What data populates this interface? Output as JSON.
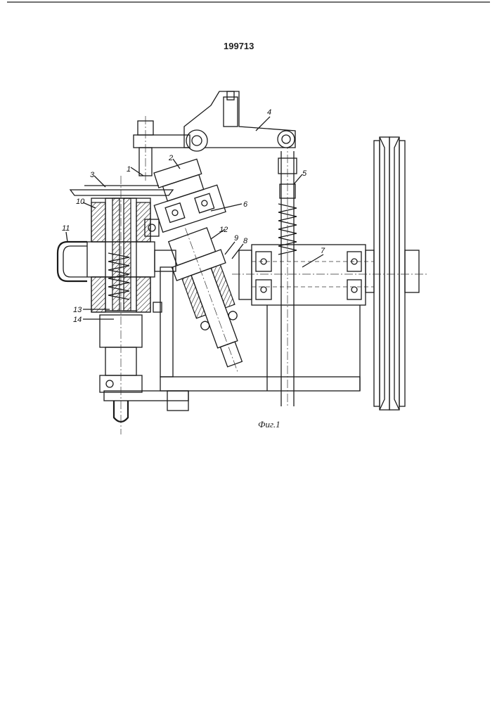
{
  "header": {
    "patent_number": "199713"
  },
  "figure": {
    "caption": "Фиг.1"
  },
  "callouts": {
    "c1": "1",
    "c2": "2",
    "c3": "3",
    "c4": "4",
    "c5": "5",
    "c6": "6",
    "c7": "7",
    "c8": "8",
    "c9": "9",
    "c10": "10",
    "c11": "11",
    "c12": "12",
    "c13": "13",
    "c14": "14"
  }
}
